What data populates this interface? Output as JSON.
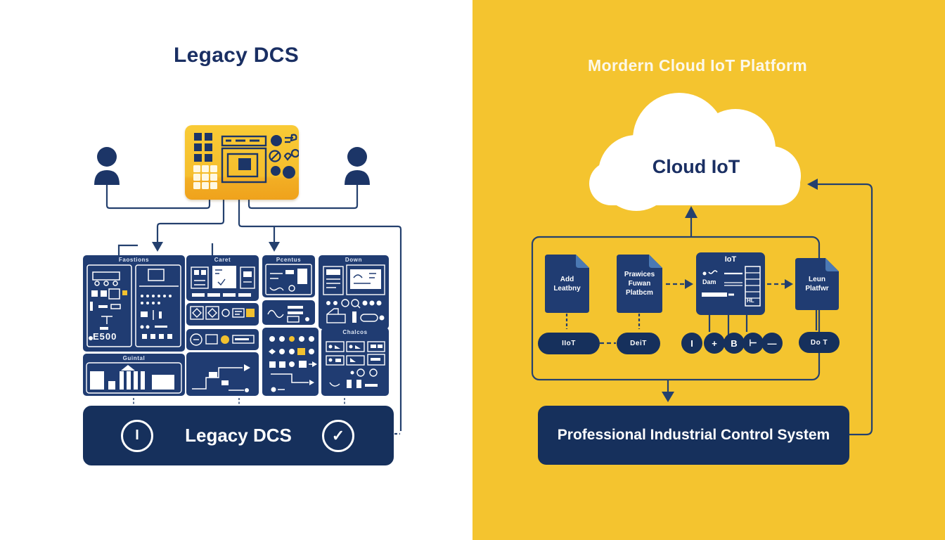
{
  "left": {
    "title": "Legacy DCS",
    "panel_labels": {
      "faostions": "Faostions",
      "caret": "Caret",
      "pcentus": "Pcentus",
      "down": "Down",
      "guintal": "Guintal",
      "chalcos": "Chalcos",
      "device_code": "E500"
    },
    "banner": {
      "label": "Legacy DCS",
      "info_glyph": "I",
      "check_glyph": "✓"
    }
  },
  "right": {
    "title": "Mordern Cloud IoT Platform",
    "cloud_label": "Cloud IoT",
    "docs": [
      {
        "label": "Add\nLeatbny"
      },
      {
        "label": "Prawices\nFuwan\nPlatbcm"
      },
      {
        "label": "Leun\nPlatfwr"
      }
    ],
    "iot_panel": {
      "title": "IoT",
      "row_label": "Dam",
      "corner_label": "HL"
    },
    "pills": [
      "IIoT",
      "DeiT",
      "Do T"
    ],
    "node_glyphs": [
      "I",
      "+",
      "B",
      "⊢",
      "—"
    ],
    "banner": {
      "label": "Professional Industrial Control System"
    }
  },
  "colors": {
    "navy_line": "#24406E",
    "tile_navy": "#203C72",
    "banner_navy": "#16305C",
    "yellow_bg": "#F4C42F",
    "panel_yellow": "#F7C531",
    "accent_yellow": "#F2C12F",
    "fold_blue": "#4B79B4"
  }
}
